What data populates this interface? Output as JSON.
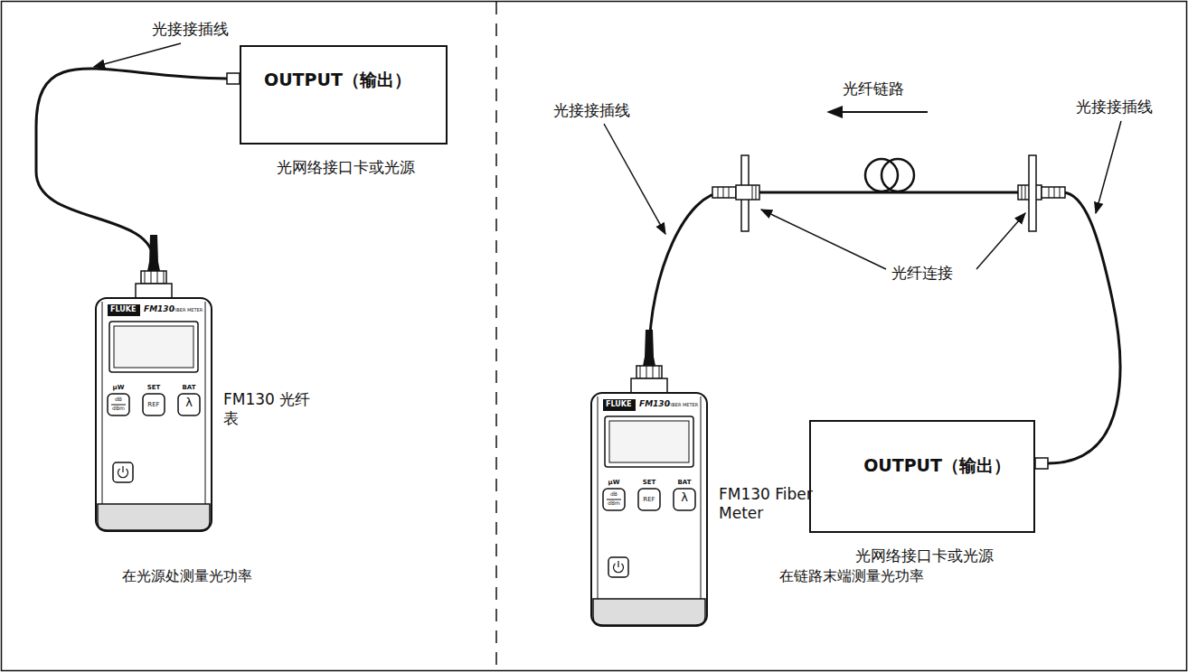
{
  "diagram": {
    "nodes": [
      {
        "text": [
          "OUTPUT（输出）",
          "光网络接口卡或光源"
        ]
      },
      {
        "text": [
          "FLUKE",
          "FM130",
          "FIBER METER",
          "μW",
          "SET",
          "BAT",
          "dB",
          "dBm",
          "REF",
          "λ",
          "FM130 光纤表"
        ]
      },
      {
        "text": [
          "FLUKE",
          "FM130",
          "FIBER METER",
          "μW",
          "SET",
          "BAT",
          "dB",
          "dBm",
          "REF",
          "λ",
          "FM130 Fiber Meter"
        ]
      },
      {
        "text": [
          "OUTPUT（输出）",
          "光网络接口卡或光源"
        ]
      }
    ],
    "edges": [
      {
        "from": 0,
        "to": 1,
        "arrow": "none"
      },
      {
        "from": 3,
        "to": 2,
        "arrow": "none"
      }
    ],
    "labels": [
      "光接接插线",
      "在光源处测量光功率",
      "光接接插线",
      "光纤链路",
      "光接接插线",
      "光纤连接",
      "在链路末端测量光功率"
    ]
  }
}
